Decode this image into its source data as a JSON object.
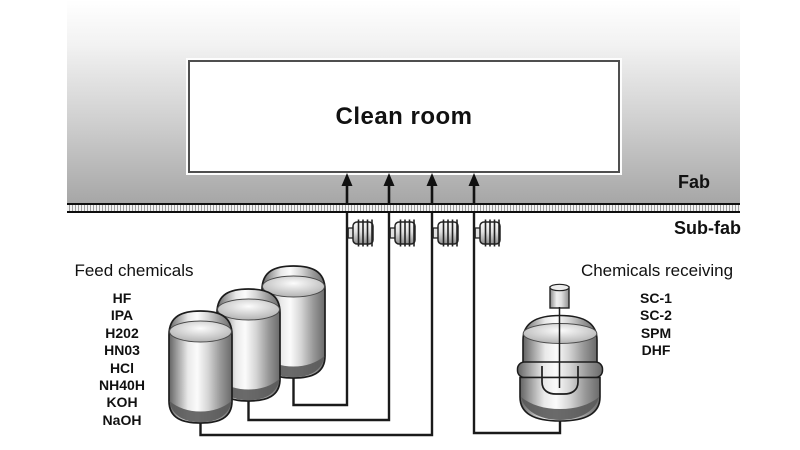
{
  "fab": {
    "label": "Fab",
    "clean_room": {
      "label": "Clean room"
    }
  },
  "subfab": {
    "label": "Sub-fab",
    "feed_chemicals": {
      "title": "Feed chemicals",
      "items": [
        "HF",
        "IPA",
        "H202",
        "HN03",
        "HCl",
        "NH40H",
        "KOH",
        "NaOH"
      ],
      "tank_count": 3
    },
    "chemicals_receiving": {
      "title": "Chemicals receiving",
      "items": [
        "SC-1",
        "SC-2",
        "SPM",
        "DHF"
      ],
      "drum_count": 1
    },
    "pump_count": 4
  },
  "supply_lines": {
    "arrow_count": 4,
    "pipe_count": 4
  },
  "icons": {
    "pump": "pump-icon",
    "tank": "chemical-tank-icon",
    "drum": "receiving-drum-icon",
    "arrow": "up-arrow-icon"
  },
  "colors": {
    "fab_gradient_top": "#ffffff",
    "fab_gradient_bottom": "#a6a6a6",
    "clean_room_bg": "#ffffff",
    "clean_room_border": "#4f4f4f",
    "line": "#1a1a1a",
    "metal_light": "#fbfbfb",
    "metal_dark": "#636363",
    "text": "#111111"
  }
}
